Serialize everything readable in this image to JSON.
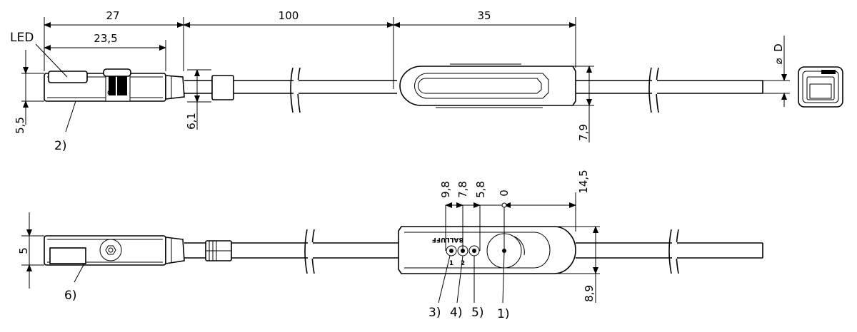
{
  "top_view": {
    "dims": {
      "length_total": "27",
      "length_inner": "23,5",
      "cable_length": "100",
      "module_length": "35",
      "height_left": "5,5",
      "height_cable": "6,1",
      "height_module": "7,9",
      "diameter": "D"
    },
    "labels": {
      "led": "LED",
      "callout_2": "2)"
    }
  },
  "bottom_view": {
    "dims": {
      "height_left": "5",
      "pos_98": "9,8",
      "pos_78": "7,8",
      "pos_58": "5,8",
      "pos_0": "0",
      "pos_145": "14,5",
      "height_module": "8,9"
    },
    "labels": {
      "callout_6": "6)",
      "callout_3": "3)",
      "callout_4": "4)",
      "callout_5": "5)",
      "callout_1": "1)",
      "brand": "BALLUFF"
    }
  },
  "symbols": {
    "diameter": "⌀"
  }
}
